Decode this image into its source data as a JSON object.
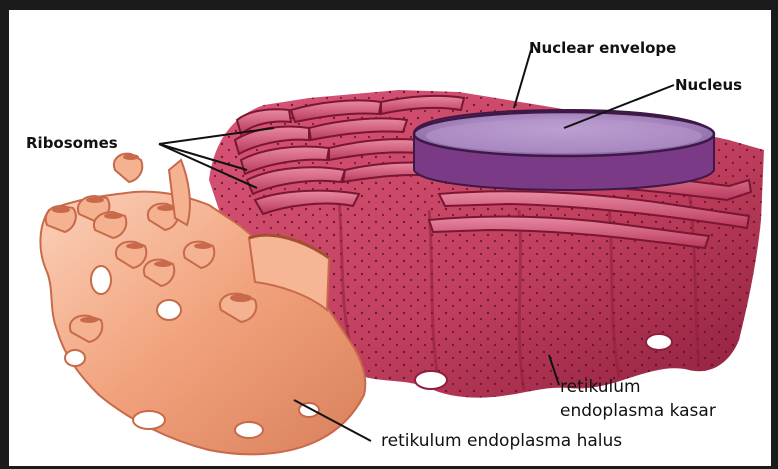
{
  "labels": {
    "nuclear_envelope": "Nuclear envelope",
    "nucleus": "Nucleus",
    "ribosomes": "Ribosomes",
    "rer_line1": "retikulum",
    "rer_line2": "endoplasma kasar",
    "ser": "retikulum endoplasma halus"
  },
  "colors": {
    "rough_er": "#c2405f",
    "rough_er_dark": "#8e1f3d",
    "rough_er_light": "#e07d97",
    "smooth_er": "#f1a27c",
    "smooth_er_light": "#fbd1ba",
    "smooth_er_dark": "#c86a4a",
    "nucleus": "#a987c2",
    "frame": "#1b1b1b"
  }
}
